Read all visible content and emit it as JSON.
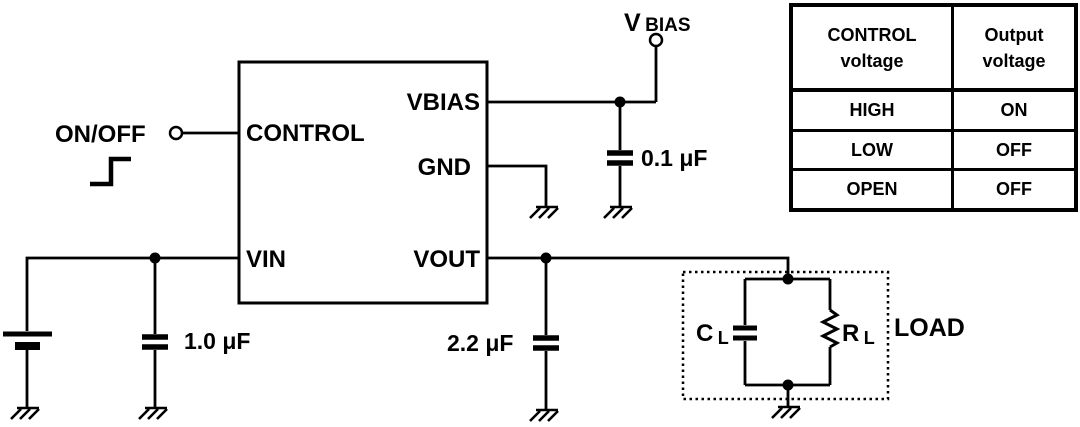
{
  "schematic": {
    "on_off_label": "ON/OFF",
    "supply_label": {
      "main": "V",
      "sub": "BIAS"
    },
    "pins": {
      "control": "CONTROL",
      "vin": "VIN",
      "vbias": "VBIAS",
      "gnd": "GND",
      "vout": "VOUT"
    },
    "capacitors": {
      "bias": "0.1 μF",
      "input": "1.0 μF",
      "output": "2.2 μF"
    },
    "load": {
      "label": "LOAD",
      "capacitor": {
        "main": "C",
        "sub": "L"
      },
      "resistor": {
        "main": "R",
        "sub": "L"
      }
    }
  },
  "truth_table": {
    "headers": {
      "control": {
        "line1": "CONTROL",
        "line2": "voltage"
      },
      "output": {
        "line1": "Output",
        "line2": "voltage"
      }
    },
    "rows": [
      {
        "control": "HIGH",
        "output": "ON"
      },
      {
        "control": "LOW",
        "output": "OFF"
      },
      {
        "control": "OPEN",
        "output": "OFF"
      }
    ]
  },
  "colors": {
    "line": "#000000",
    "background": "#ffffff",
    "text": "#000000"
  }
}
